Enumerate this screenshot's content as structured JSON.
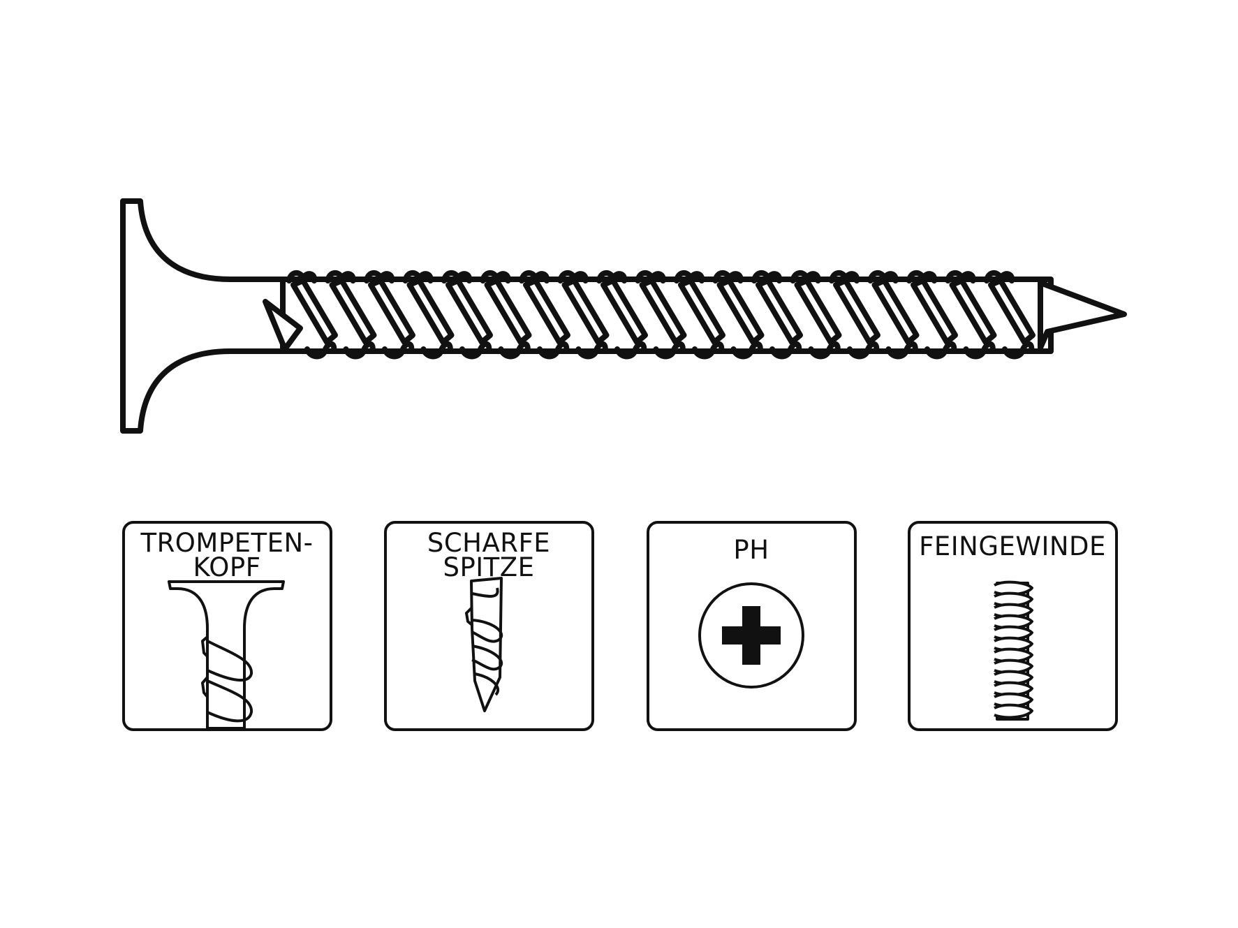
{
  "colors": {
    "stroke": "#111111",
    "background": "#ffffff",
    "fill": "#ffffff"
  },
  "features": [
    {
      "icon": "trumpet-head-icon",
      "lines": [
        "TROMPETEN-",
        "KOPF"
      ]
    },
    {
      "icon": "sharp-point-icon",
      "lines": [
        "SCHARFE",
        "SPITZE"
      ]
    },
    {
      "icon": "phillips-drive-icon",
      "lines": [
        "PH"
      ]
    },
    {
      "icon": "fine-thread-icon",
      "lines": [
        "FEINGEWINDE"
      ]
    }
  ]
}
